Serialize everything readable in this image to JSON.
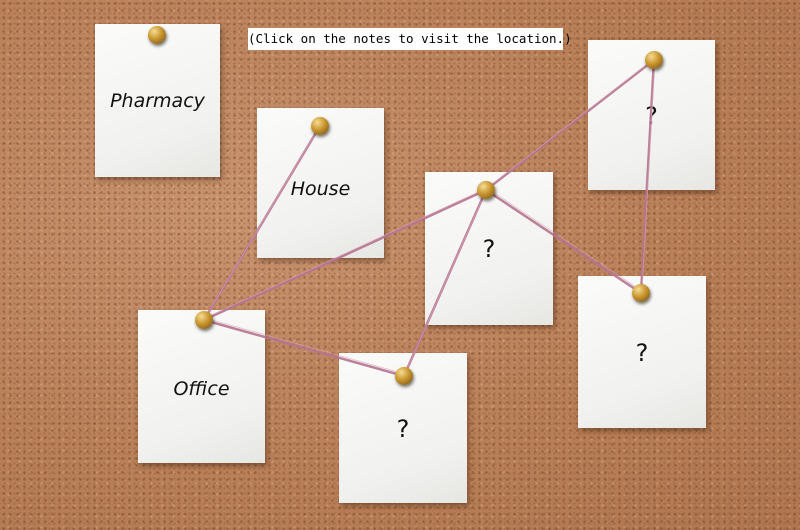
{
  "caption": "(Click on the notes to visit the location.)",
  "notes": {
    "pharmacy": {
      "label": "Pharmacy"
    },
    "house": {
      "label": "House"
    },
    "office": {
      "label": "Office"
    },
    "unknown_top_right": {
      "label": "?"
    },
    "unknown_center": {
      "label": "?"
    },
    "unknown_bottom_center": {
      "label": "?"
    },
    "unknown_right": {
      "label": "?"
    }
  },
  "colors": {
    "board": "#c08a62",
    "note": "#f5f5f3",
    "string": "#b67490",
    "pin": "#c8952e"
  }
}
